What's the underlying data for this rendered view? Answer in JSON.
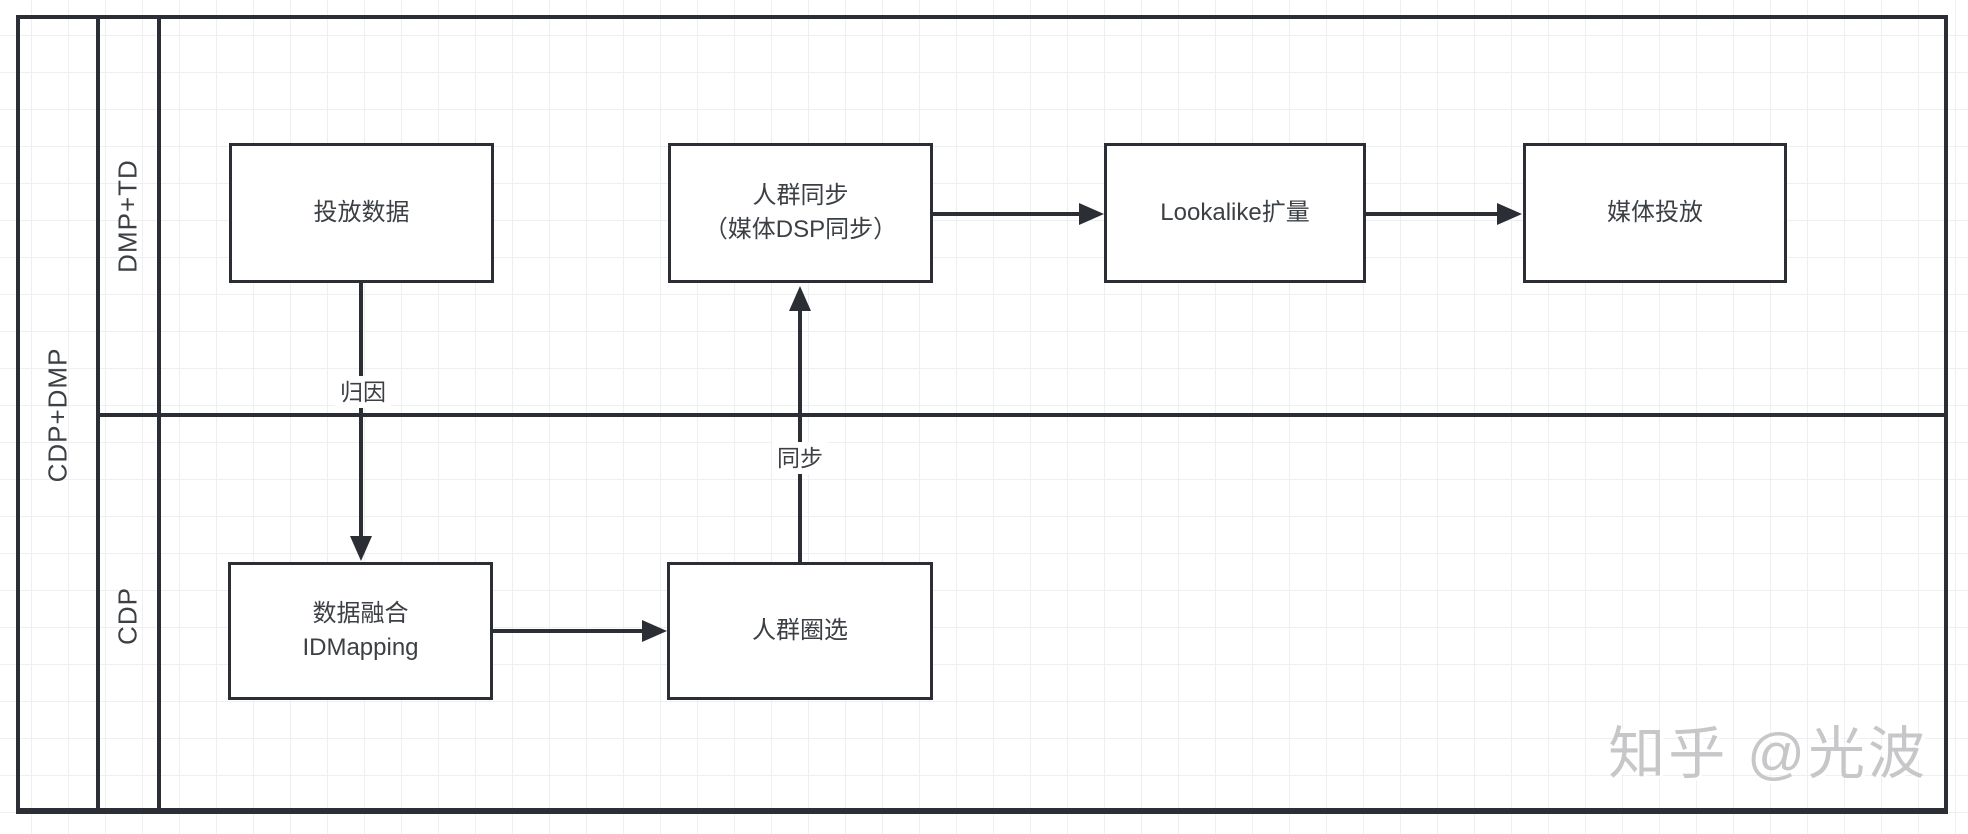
{
  "diagram": {
    "pool_label": "CDP+DMP",
    "lanes": [
      {
        "label": "DMP+TD"
      },
      {
        "label": "CDP"
      }
    ],
    "nodes": [
      {
        "id": "ad-delivery-data",
        "lines": [
          "投放数据"
        ]
      },
      {
        "id": "audience-sync",
        "lines": [
          "人群同步",
          "（媒体DSP同步）"
        ]
      },
      {
        "id": "lookalike-expansion",
        "lines": [
          "Lookalike扩量"
        ]
      },
      {
        "id": "media-delivery",
        "lines": [
          "媒体投放"
        ]
      },
      {
        "id": "data-fusion-idmapping",
        "lines": [
          "数据融合",
          "IDMapping"
        ]
      },
      {
        "id": "audience-segmentation",
        "lines": [
          "人群圈选"
        ]
      }
    ],
    "edge_labels": {
      "attribution": "归因",
      "sync": "同步"
    }
  },
  "watermark": {
    "text": "知乎 @光波"
  },
  "colors": {
    "line": "#2b2f35",
    "text": "#3c4045",
    "grid": "#edeff2",
    "box_fill": "#ffffff",
    "watermark": "#c7c7c9"
  }
}
